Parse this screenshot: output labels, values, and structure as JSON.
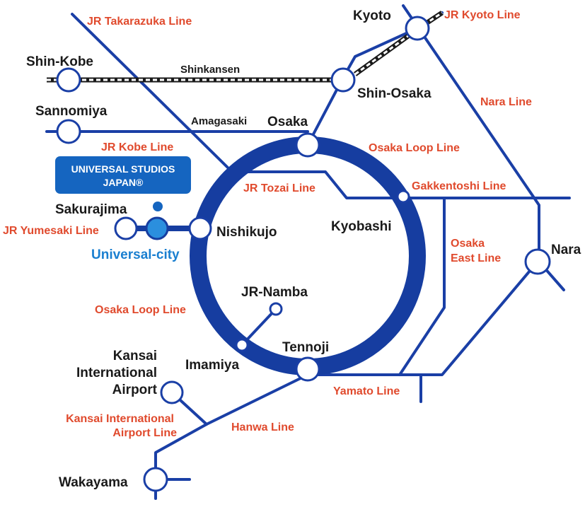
{
  "colors": {
    "line": "#1a3fa6",
    "loop": "#163da0",
    "label_red": "#e04a2d",
    "station_text": "#1a1a1a",
    "usj_box": "#1565c0",
    "universal_city": "#1a7fd0"
  },
  "stations": {
    "kyoto": "Kyoto",
    "shin_kobe": "Shin-Kobe",
    "shin_osaka": "Shin-Osaka",
    "sannomiya": "Sannomiya",
    "amagasaki": "Amagasaki",
    "osaka": "Osaka",
    "sakurajima": "Sakurajima",
    "nishikujo": "Nishikujo",
    "universal_city": "Universal-city",
    "kyobashi": "Kyobashi",
    "nara": "Nara",
    "jr_namba": "JR-Namba",
    "imamiya": "Imamiya",
    "tennoji": "Tennoji",
    "kansai_airport_1": "Kansai",
    "kansai_airport_2": "International",
    "kansai_airport_3": "Airport",
    "wakayama": "Wakayama"
  },
  "lines": {
    "takarazuka": "JR Takarazuka Line",
    "kyoto": "JR Kyoto Line",
    "shinkansen": "Shinkansen",
    "nara": "Nara Line",
    "kobe": "JR Kobe Line",
    "osaka_loop_top": "Osaka Loop Line",
    "tozai": "JR Tozai Line",
    "gakkentoshi": "Gakkentoshi Line",
    "yumesaki": "JR Yumesaki Line",
    "osaka_east_1": "Osaka",
    "osaka_east_2": "East Line",
    "osaka_loop_left": "Osaka Loop Line",
    "yamato": "Yamato Line",
    "hanwa": "Hanwa Line",
    "kix_line_1": "Kansai International",
    "kix_line_2": "Airport Line"
  },
  "usj": {
    "line1": "UNIVERSAL STUDIOS",
    "line2": "JAPAN®"
  }
}
